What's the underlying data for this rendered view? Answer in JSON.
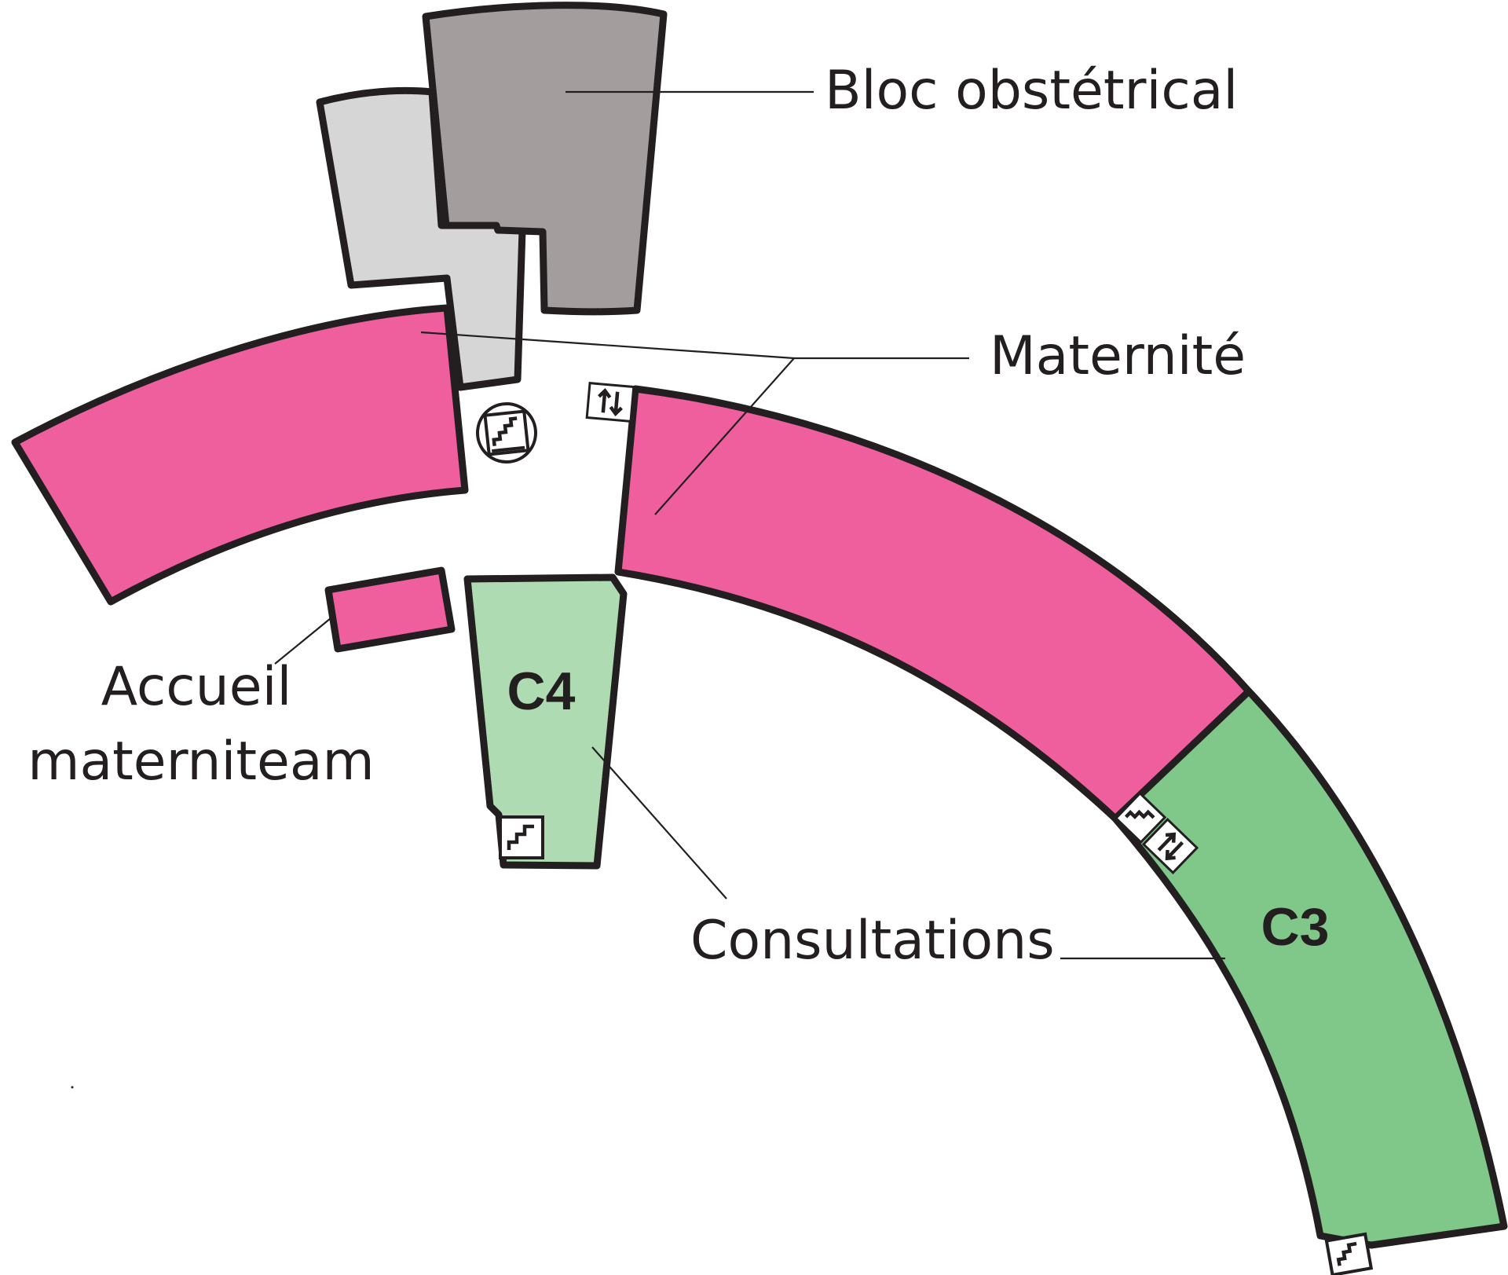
{
  "labels": {
    "bloc": "Bloc obstétrical",
    "maternite": "Maternité",
    "accueil_line1": "Accueil",
    "accueil_line2": "materniteam",
    "consultations": "Consultations",
    "c4": "C4",
    "c3": "C3"
  },
  "colors": {
    "maternite": "#ef5f9d",
    "bloc_dark": "#a39e9d",
    "bloc_light": "#d6d6d6",
    "consult_light": "#afdbb2",
    "consult_dark": "#80c78a",
    "outline": "#231f20"
  },
  "icons": [
    "stairs-icon",
    "elevator-icon",
    "stairs-icon",
    "stairs-icon",
    "elevator-icon",
    "stairs-icon"
  ]
}
